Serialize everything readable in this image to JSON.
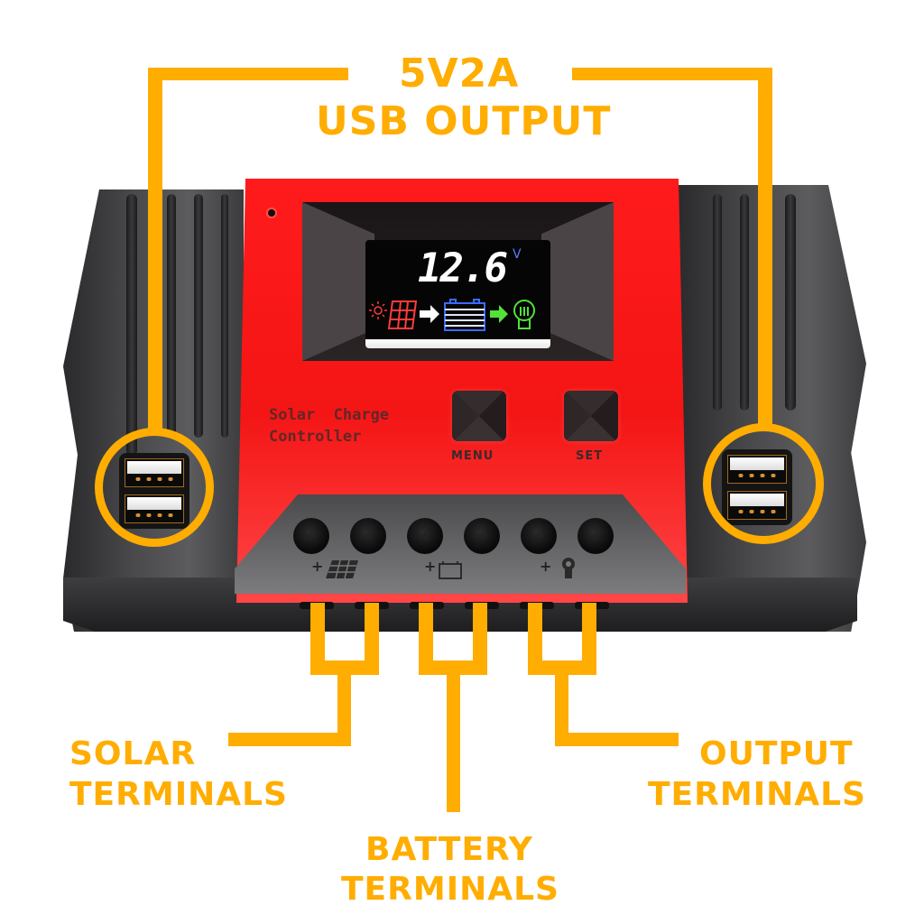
{
  "callouts": {
    "usb_output": {
      "line1": "5V2A",
      "line2": "USB OUTPUT"
    },
    "solar_terminals": {
      "line1": "SOLAR",
      "line2": "TERMINALS"
    },
    "battery_terminals": {
      "line1": "BATTERY",
      "line2": "TERMINALS"
    },
    "output_terminals": {
      "line1": "OUTPUT",
      "line2": "TERMINALS"
    }
  },
  "device": {
    "brand_line1": "Solar  Charge",
    "brand_line2": "Controller",
    "lcd": {
      "voltage": "12.6",
      "unit": "V",
      "icons": [
        "sun-icon",
        "solar-panel-icon",
        "arrow-right-icon",
        "battery-icon",
        "arrow-right-icon",
        "bulb-icon"
      ]
    },
    "buttons": {
      "menu": "MENU",
      "set": "SET"
    },
    "terminal_labels": {
      "solar": "+",
      "battery": "+",
      "load": "+"
    },
    "usb_ports_per_side": 2
  },
  "colors": {
    "accent": "#ffad00",
    "housing_red": "#f41515",
    "housing_dark": "#3c3c3e",
    "lcd_red": "#ff3b3b",
    "lcd_blue": "#3b6bff",
    "lcd_green": "#52e03a"
  }
}
